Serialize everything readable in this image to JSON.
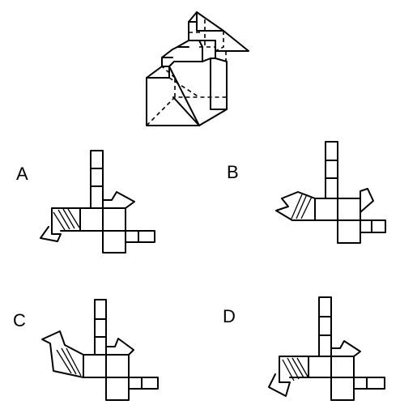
{
  "options": [
    {
      "label": "A"
    },
    {
      "label": "B"
    },
    {
      "label": "C"
    },
    {
      "label": "D"
    }
  ]
}
